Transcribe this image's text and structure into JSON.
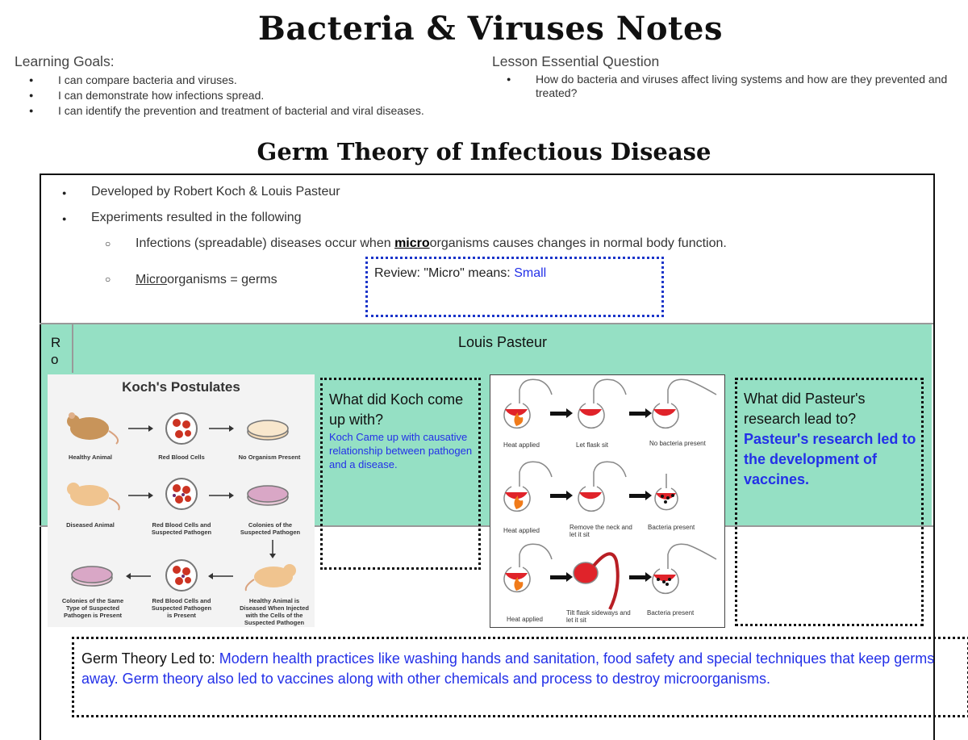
{
  "title": "Bacteria & Viruses Notes",
  "learning_goals": {
    "heading": "Learning Goals:",
    "items": [
      "I can compare bacteria and viruses.",
      "I can demonstrate how infections spread.",
      "I can identify the prevention and treatment of bacterial and viral diseases."
    ]
  },
  "essential_question": {
    "heading": "Lesson Essential Question",
    "item": "How do bacteria and viruses affect living systems and how are they prevented and treated?"
  },
  "section_title": "Germ Theory of Infectious Disease",
  "notes": {
    "bullet1": "Developed by Robert Koch & Louis Pasteur",
    "bullet2": "Experiments resulted in the following",
    "sub1_pre": "Infections (spreadable) diseases occur when ",
    "sub1_bold": "micro",
    "sub1_post": "organisms causes changes in normal body function.",
    "sub2_u": "Micro",
    "sub2_post": "organisms = germs",
    "review_label": "Review: \"Micro\" means: ",
    "review_answer": "Small"
  },
  "table": {
    "ro_label": "R o",
    "pasteur_header": "Louis Pasteur",
    "koch_image": {
      "title": "Koch's Postulates",
      "labels": {
        "healthy": "Healthy Animal",
        "rbc": "Red Blood Cells",
        "no_org": "No Organism Present",
        "diseased": "Diseased Animal",
        "rbc_path": "Red Blood Cells and Suspected Pathogen",
        "colonies": "Colonies of the Suspected Pathogen",
        "colonies_same": "Colonies of the Same Type of Suspected Pathogen is Present",
        "rbc_path2": "Red Blood Cells and Suspected Pathogen is Present",
        "healthy_inj": "Healthy Animal is Diseased When Injected with the Cells of the Suspected Pathogen"
      }
    },
    "koch_question": "What did Koch come up with?",
    "koch_answer": "Koch Came up with causative relationship between pathogen and a disease.",
    "flask_image": {
      "row1": [
        "Heat applied",
        "Let flask sit",
        "No bacteria present"
      ],
      "row2": [
        "Heat applied",
        "Remove the neck and let it sit",
        "Bacteria present"
      ],
      "row3": [
        "Heat applied",
        "Tilt flask sideways and let it sit",
        "Bacteria present"
      ]
    },
    "pasteur_question": "What did Pasteur's research lead to?",
    "pasteur_answer": "Pasteur's research led to the development of vaccines."
  },
  "germ_theory": {
    "label": "Germ Theory Led to: ",
    "answer": "Modern health practices like washing hands and sanitation, food safety and special techniques that keep germs away. Germ theory also led to vaccines along with other chemicals and process to destroy microorganisms."
  },
  "colors": {
    "answer_blue": "#2330e8",
    "teal": "#95e0c4",
    "review_border": "#1a34c9"
  }
}
